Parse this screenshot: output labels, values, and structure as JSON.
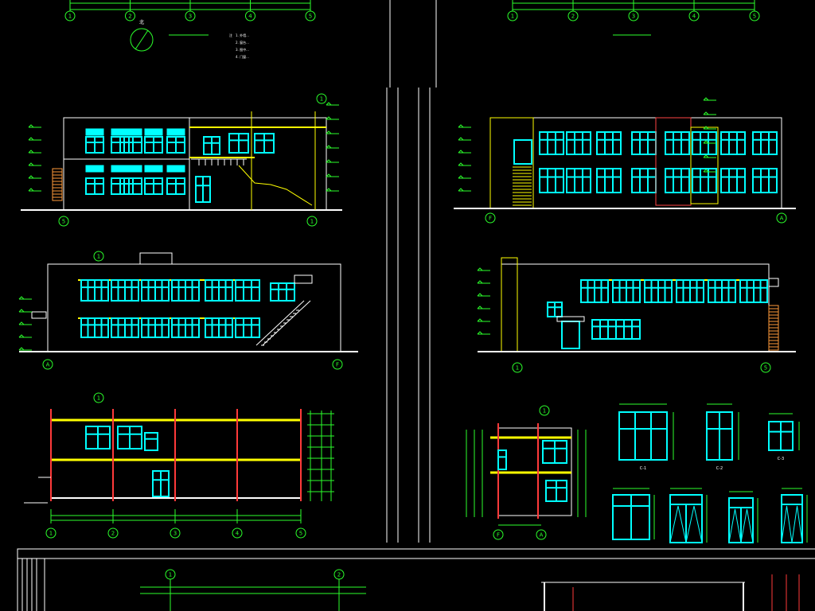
{
  "drawing": {
    "note_header": "注",
    "notes": [
      "1. 外墙...",
      "2. 窗台...",
      "3. 图中...",
      "4. 门窗..."
    ],
    "north_label": "北"
  },
  "labels": {
    "ea": "A",
    "ef": "F",
    "e1": "1",
    "e5": "5"
  },
  "axis_tags": [
    "1",
    "2",
    "3",
    "4",
    "5"
  ],
  "door_window_types": [
    "C-1",
    "C-2",
    "C-3"
  ],
  "colors": {
    "line": "#ffffff",
    "grid": "#2bff2b",
    "window": "#00ffff",
    "column": "#ff3a3a",
    "slab": "#ffff00",
    "brick": "#ff9a3a",
    "text_anno": "#ffffff"
  }
}
